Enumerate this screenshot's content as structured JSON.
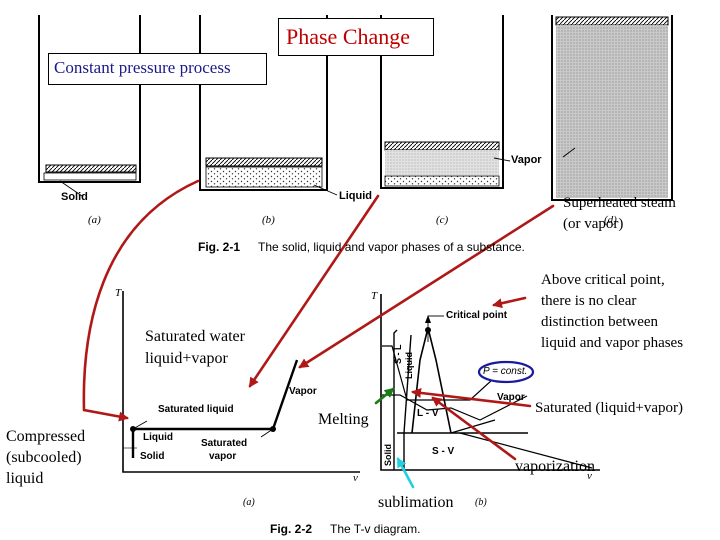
{
  "slide": {
    "title": "Phase Change",
    "subtitle": "Constant pressure process"
  },
  "fig21": {
    "caption_num": "Fig. 2-1",
    "caption_text": "The solid, liquid and vapor phases of a substance.",
    "labels": {
      "solid": "Solid",
      "liquid": "Liquid",
      "vapor": "Vapor"
    },
    "panels": [
      "(a)",
      "(b)",
      "(c)",
      "(d)"
    ]
  },
  "fig22": {
    "caption_num": "Fig. 2-2",
    "caption_text": "The T-v diagram.",
    "a": {
      "t_axis": "T",
      "v_axis": "v",
      "saturated_liquid": "Saturated liquid",
      "liquid": "Liquid",
      "solid": "Solid",
      "saturated_vapor_1": "Saturated",
      "saturated_vapor_2": "vapor",
      "vapor": "Vapor",
      "panel": "(a)"
    },
    "b": {
      "t_axis": "T",
      "v_axis": "v",
      "critical_point": "Critical point",
      "s_l_1": "S - L",
      "liquid": "Liquid",
      "p_const": "P = const.",
      "vapor": "Vapor",
      "l_v": "L - V",
      "s_v": "S - V",
      "solid": "Solid",
      "panel": "(b)"
    }
  },
  "annotations": {
    "superheated_1": "Superheated steam",
    "superheated_2": "(or vapor)",
    "critical_1": "Above critical point,",
    "critical_2": "there is no clear",
    "critical_3": "distinction between",
    "critical_4": "liquid and vapor phases",
    "sat_water_1": "Saturated water",
    "sat_water_2": "liquid+vapor",
    "melting": "Melting",
    "saturated_lv": "Saturated (liquid+vapor)",
    "compressed_1": "Compressed",
    "compressed_2": "(subcooled)",
    "compressed_3": "liquid",
    "vaporization": "vaporization",
    "sublimation": "sublimation"
  },
  "colors": {
    "arrow_red": "#b01818",
    "arrow_green": "#1a7a1a",
    "arrow_cyan": "#22d0e0",
    "oval_blue": "#1a1aa0"
  }
}
